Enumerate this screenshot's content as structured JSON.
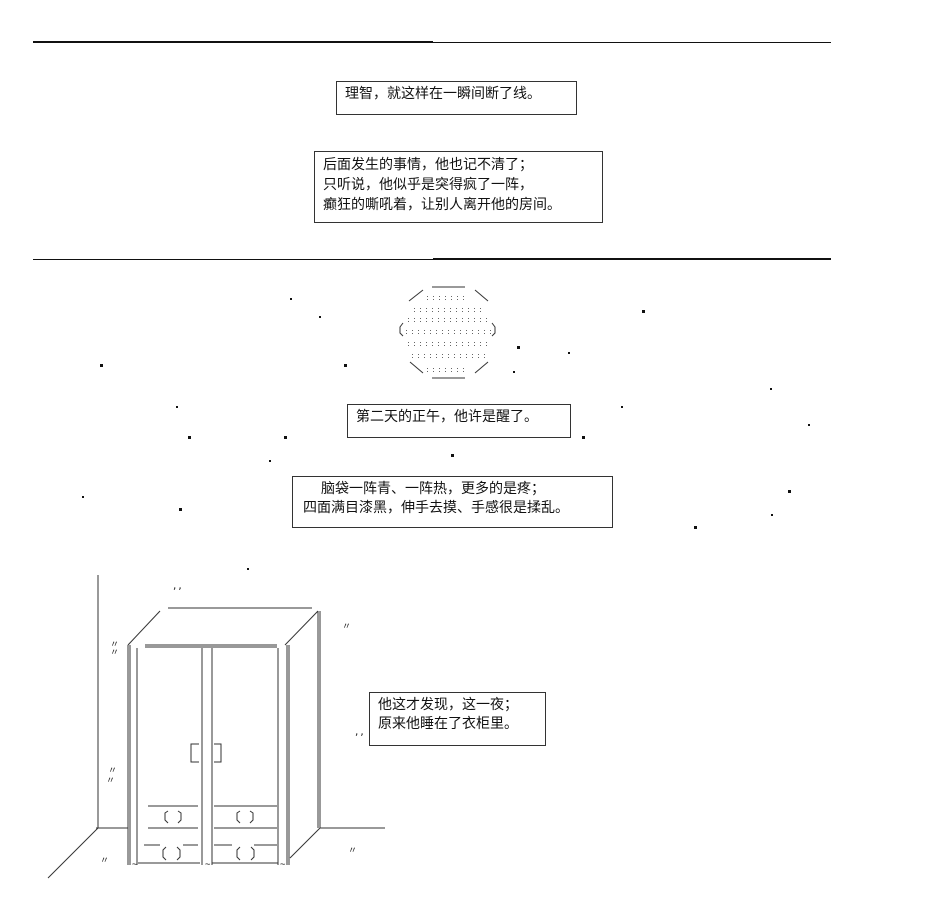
{
  "narration": {
    "box1": {
      "lines": [
        "理智，就这样在一瞬间断了线。"
      ]
    },
    "box2": {
      "lines": [
        "后面发生的事情，他也记不清了；",
        "只听说，他似乎是突得疯了一阵，",
        "癫狂的嘶吼着，让别人离开他的房间。"
      ]
    },
    "box3": {
      "lines": [
        "第二天的正午，他许是醒了。"
      ]
    },
    "box4": {
      "lines": [
        "脑袋一阵青、一阵热，更多的是疼；",
        "四面满目漆黑，伸手去摸、手感很是揉乱。"
      ]
    },
    "box5": {
      "lines": [
        "他这才发现，这一夜；",
        "原来他睡在了衣柜里。"
      ]
    }
  },
  "art": {
    "marks": ",,",
    "mark2": "〃",
    "tilde": "~",
    "knob": "[ ]"
  }
}
